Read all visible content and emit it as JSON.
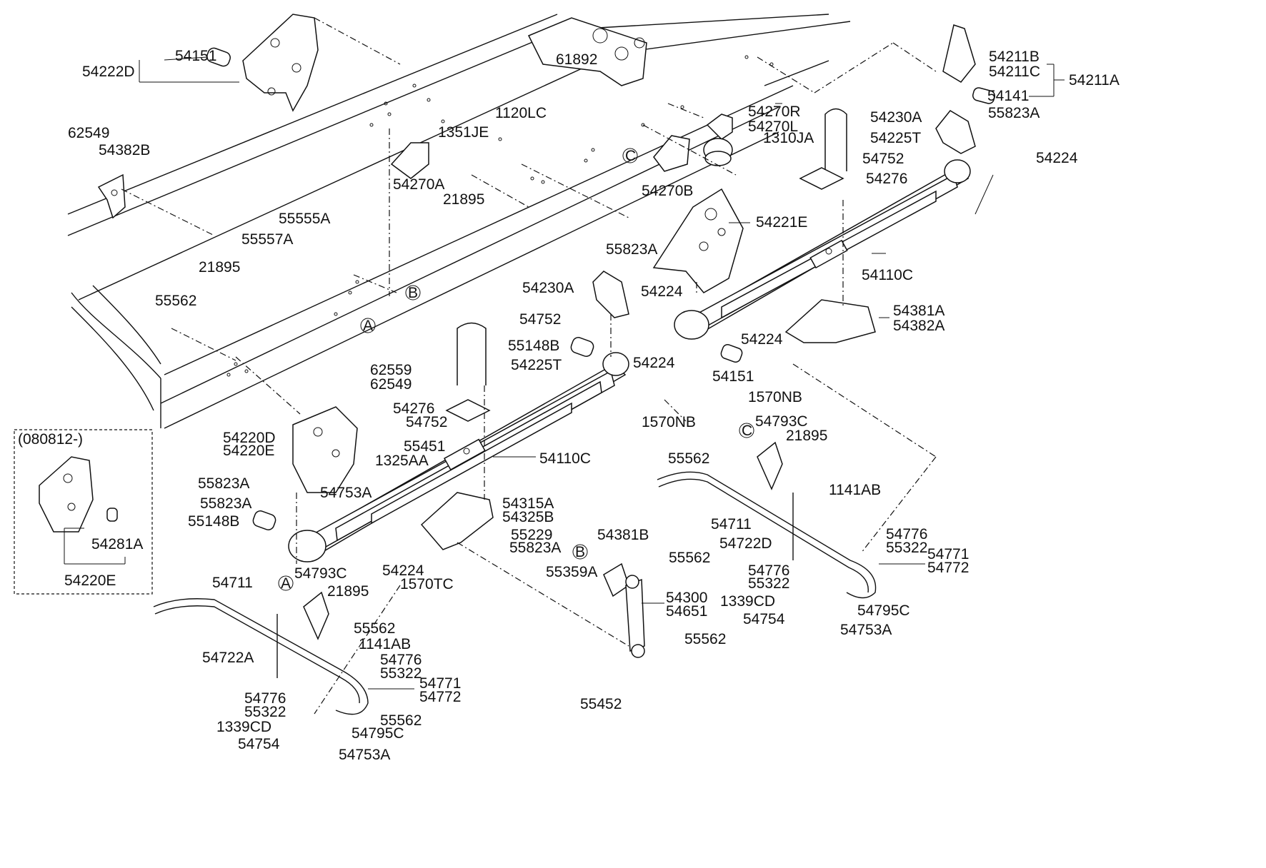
{
  "diagram": {
    "inset_title": "(080812-)",
    "ref_markers": [
      "A",
      "B",
      "C"
    ],
    "callouts": [
      {
        "id": "54151_top",
        "text": "54151"
      },
      {
        "id": "54222D",
        "text": "54222D"
      },
      {
        "id": "62549_a",
        "text": "62549"
      },
      {
        "id": "54382B",
        "text": "54382B"
      },
      {
        "id": "21895_a",
        "text": "21895"
      },
      {
        "id": "55557A",
        "text": "55557A"
      },
      {
        "id": "55555A",
        "text": "55555A"
      },
      {
        "id": "55562_a",
        "text": "55562"
      },
      {
        "id": "61892",
        "text": "61892"
      },
      {
        "id": "1120LC",
        "text": "1120LC"
      },
      {
        "id": "1351JE",
        "text": "1351JE"
      },
      {
        "id": "54270A",
        "text": "54270A"
      },
      {
        "id": "21895_b",
        "text": "21895"
      },
      {
        "id": "54270R",
        "text": "54270R"
      },
      {
        "id": "54270L",
        "text": "54270L"
      },
      {
        "id": "1310JA",
        "text": "1310JA"
      },
      {
        "id": "54270B",
        "text": "54270B"
      },
      {
        "id": "54225T_a",
        "text": "54225T"
      },
      {
        "id": "54276_a",
        "text": "54276"
      },
      {
        "id": "54211B",
        "text": "54211B"
      },
      {
        "id": "54211C",
        "text": "54211C"
      },
      {
        "id": "54211A",
        "text": "54211A"
      },
      {
        "id": "54141",
        "text": "54141"
      },
      {
        "id": "54230A_a",
        "text": "54230A"
      },
      {
        "id": "55823A_a",
        "text": "55823A"
      },
      {
        "id": "54752_a",
        "text": "54752"
      },
      {
        "id": "54224_a",
        "text": "54224"
      },
      {
        "id": "54221E",
        "text": "54221E"
      },
      {
        "id": "54110C_a",
        "text": "54110C"
      },
      {
        "id": "55823A_b",
        "text": "55823A"
      },
      {
        "id": "54230A_b",
        "text": "54230A"
      },
      {
        "id": "54224_b",
        "text": "54224"
      },
      {
        "id": "54752_b",
        "text": "54752"
      },
      {
        "id": "54381A",
        "text": "54381A"
      },
      {
        "id": "54382A",
        "text": "54382A"
      },
      {
        "id": "54224_c",
        "text": "54224"
      },
      {
        "id": "54151_b",
        "text": "54151"
      },
      {
        "id": "1570NB_a",
        "text": "1570NB"
      },
      {
        "id": "55148B_a",
        "text": "55148B"
      },
      {
        "id": "54225T_b",
        "text": "54225T"
      },
      {
        "id": "54224_d",
        "text": "54224"
      },
      {
        "id": "1570NB_b",
        "text": "1570NB"
      },
      {
        "id": "62559",
        "text": "62559"
      },
      {
        "id": "62549_b",
        "text": "62549"
      },
      {
        "id": "54276_b",
        "text": "54276"
      },
      {
        "id": "54752_c",
        "text": "54752"
      },
      {
        "id": "54220D",
        "text": "54220D"
      },
      {
        "id": "54220E_a",
        "text": "54220E"
      },
      {
        "id": "55451",
        "text": "55451"
      },
      {
        "id": "1325AA",
        "text": "1325AA"
      },
      {
        "id": "54110C_b",
        "text": "54110C"
      },
      {
        "id": "55823A_c",
        "text": "55823A"
      },
      {
        "id": "54753A_a",
        "text": "54753A"
      },
      {
        "id": "55823A_d",
        "text": "55823A"
      },
      {
        "id": "55148B_b",
        "text": "55148B"
      },
      {
        "id": "54315A",
        "text": "54315A"
      },
      {
        "id": "54325B",
        "text": "54325B"
      },
      {
        "id": "55229",
        "text": "55229"
      },
      {
        "id": "55823A_e",
        "text": "55823A"
      },
      {
        "id": "54281A",
        "text": "54281A"
      },
      {
        "id": "54220E_b",
        "text": "54220E"
      },
      {
        "id": "54793C_a",
        "text": "54793C"
      },
      {
        "id": "54224_e",
        "text": "54224"
      },
      {
        "id": "1570TC",
        "text": "1570TC"
      },
      {
        "id": "54711_a",
        "text": "54711"
      },
      {
        "id": "21895_c",
        "text": "21895"
      },
      {
        "id": "55562_b",
        "text": "55562"
      },
      {
        "id": "1141AB_a",
        "text": "1141AB"
      },
      {
        "id": "54722A",
        "text": "54722A"
      },
      {
        "id": "54776_a",
        "text": "54776"
      },
      {
        "id": "55322_a",
        "text": "55322"
      },
      {
        "id": "54771_a",
        "text": "54771"
      },
      {
        "id": "54772_a",
        "text": "54772"
      },
      {
        "id": "54776_b",
        "text": "54776"
      },
      {
        "id": "55322_b",
        "text": "55322"
      },
      {
        "id": "55562_c",
        "text": "55562"
      },
      {
        "id": "1339CD_a",
        "text": "1339CD"
      },
      {
        "id": "54795C_a",
        "text": "54795C"
      },
      {
        "id": "54754_a",
        "text": "54754"
      },
      {
        "id": "54753A_b",
        "text": "54753A"
      },
      {
        "id": "54381B",
        "text": "54381B"
      },
      {
        "id": "55562_d",
        "text": "55562"
      },
      {
        "id": "55359A",
        "text": "55359A"
      },
      {
        "id": "54300",
        "text": "54300"
      },
      {
        "id": "54651",
        "text": "54651"
      },
      {
        "id": "55562_e",
        "text": "55562"
      },
      {
        "id": "55452",
        "text": "55452"
      },
      {
        "id": "54793C_b",
        "text": "54793C"
      },
      {
        "id": "21895_d",
        "text": "21895"
      },
      {
        "id": "55562_f",
        "text": "55562"
      },
      {
        "id": "1141AB_b",
        "text": "1141AB"
      },
      {
        "id": "54711_b",
        "text": "54711"
      },
      {
        "id": "54722D",
        "text": "54722D"
      },
      {
        "id": "54776_c",
        "text": "54776"
      },
      {
        "id": "55322_c",
        "text": "55322"
      },
      {
        "id": "54771_b",
        "text": "54771"
      },
      {
        "id": "54772_b",
        "text": "54772"
      },
      {
        "id": "54776_d",
        "text": "54776"
      },
      {
        "id": "55322_d",
        "text": "55322"
      },
      {
        "id": "1339CD_b",
        "text": "1339CD"
      },
      {
        "id": "54795C_b",
        "text": "54795C"
      },
      {
        "id": "54754_b",
        "text": "54754"
      },
      {
        "id": "54753A_c",
        "text": "54753A"
      }
    ]
  }
}
